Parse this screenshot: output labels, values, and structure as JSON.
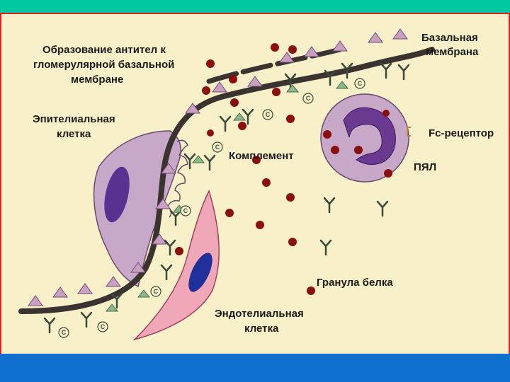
{
  "labels": {
    "title_line1": "Образование антител к",
    "title_line2": "гломерулярной базальной",
    "title_line3": "мембране",
    "basement_line1": "Базальная",
    "basement_line2": "мембрана",
    "epithelial_line1": "Эпителиальная",
    "epithelial_line2": "клетка",
    "complement": "Комплемент",
    "fc_receptor": "Fc-рецептор",
    "pmn": "ПЯЛ",
    "protein_granule": "Гранула белка",
    "endothelial_line1": "Эндотелиальная",
    "endothelial_line2": "клетка"
  },
  "complement_symbol": "C",
  "colors": {
    "background_outer": "#00c8a0",
    "slide": "#f8f0c8",
    "border": "#e02020",
    "footer": "#1070d0",
    "membrane": "#3a3330",
    "epithelial_cell": "#c8a8c8",
    "endothelial_cell": "#f0a8b8",
    "nucleus_epithelial": "#5a3090",
    "nucleus_endothelial": "#20309a",
    "granule": "#8a1010",
    "antibody": "#3a4a3a",
    "complement": "#8ab88a",
    "antigen": "#c8a0c0"
  }
}
